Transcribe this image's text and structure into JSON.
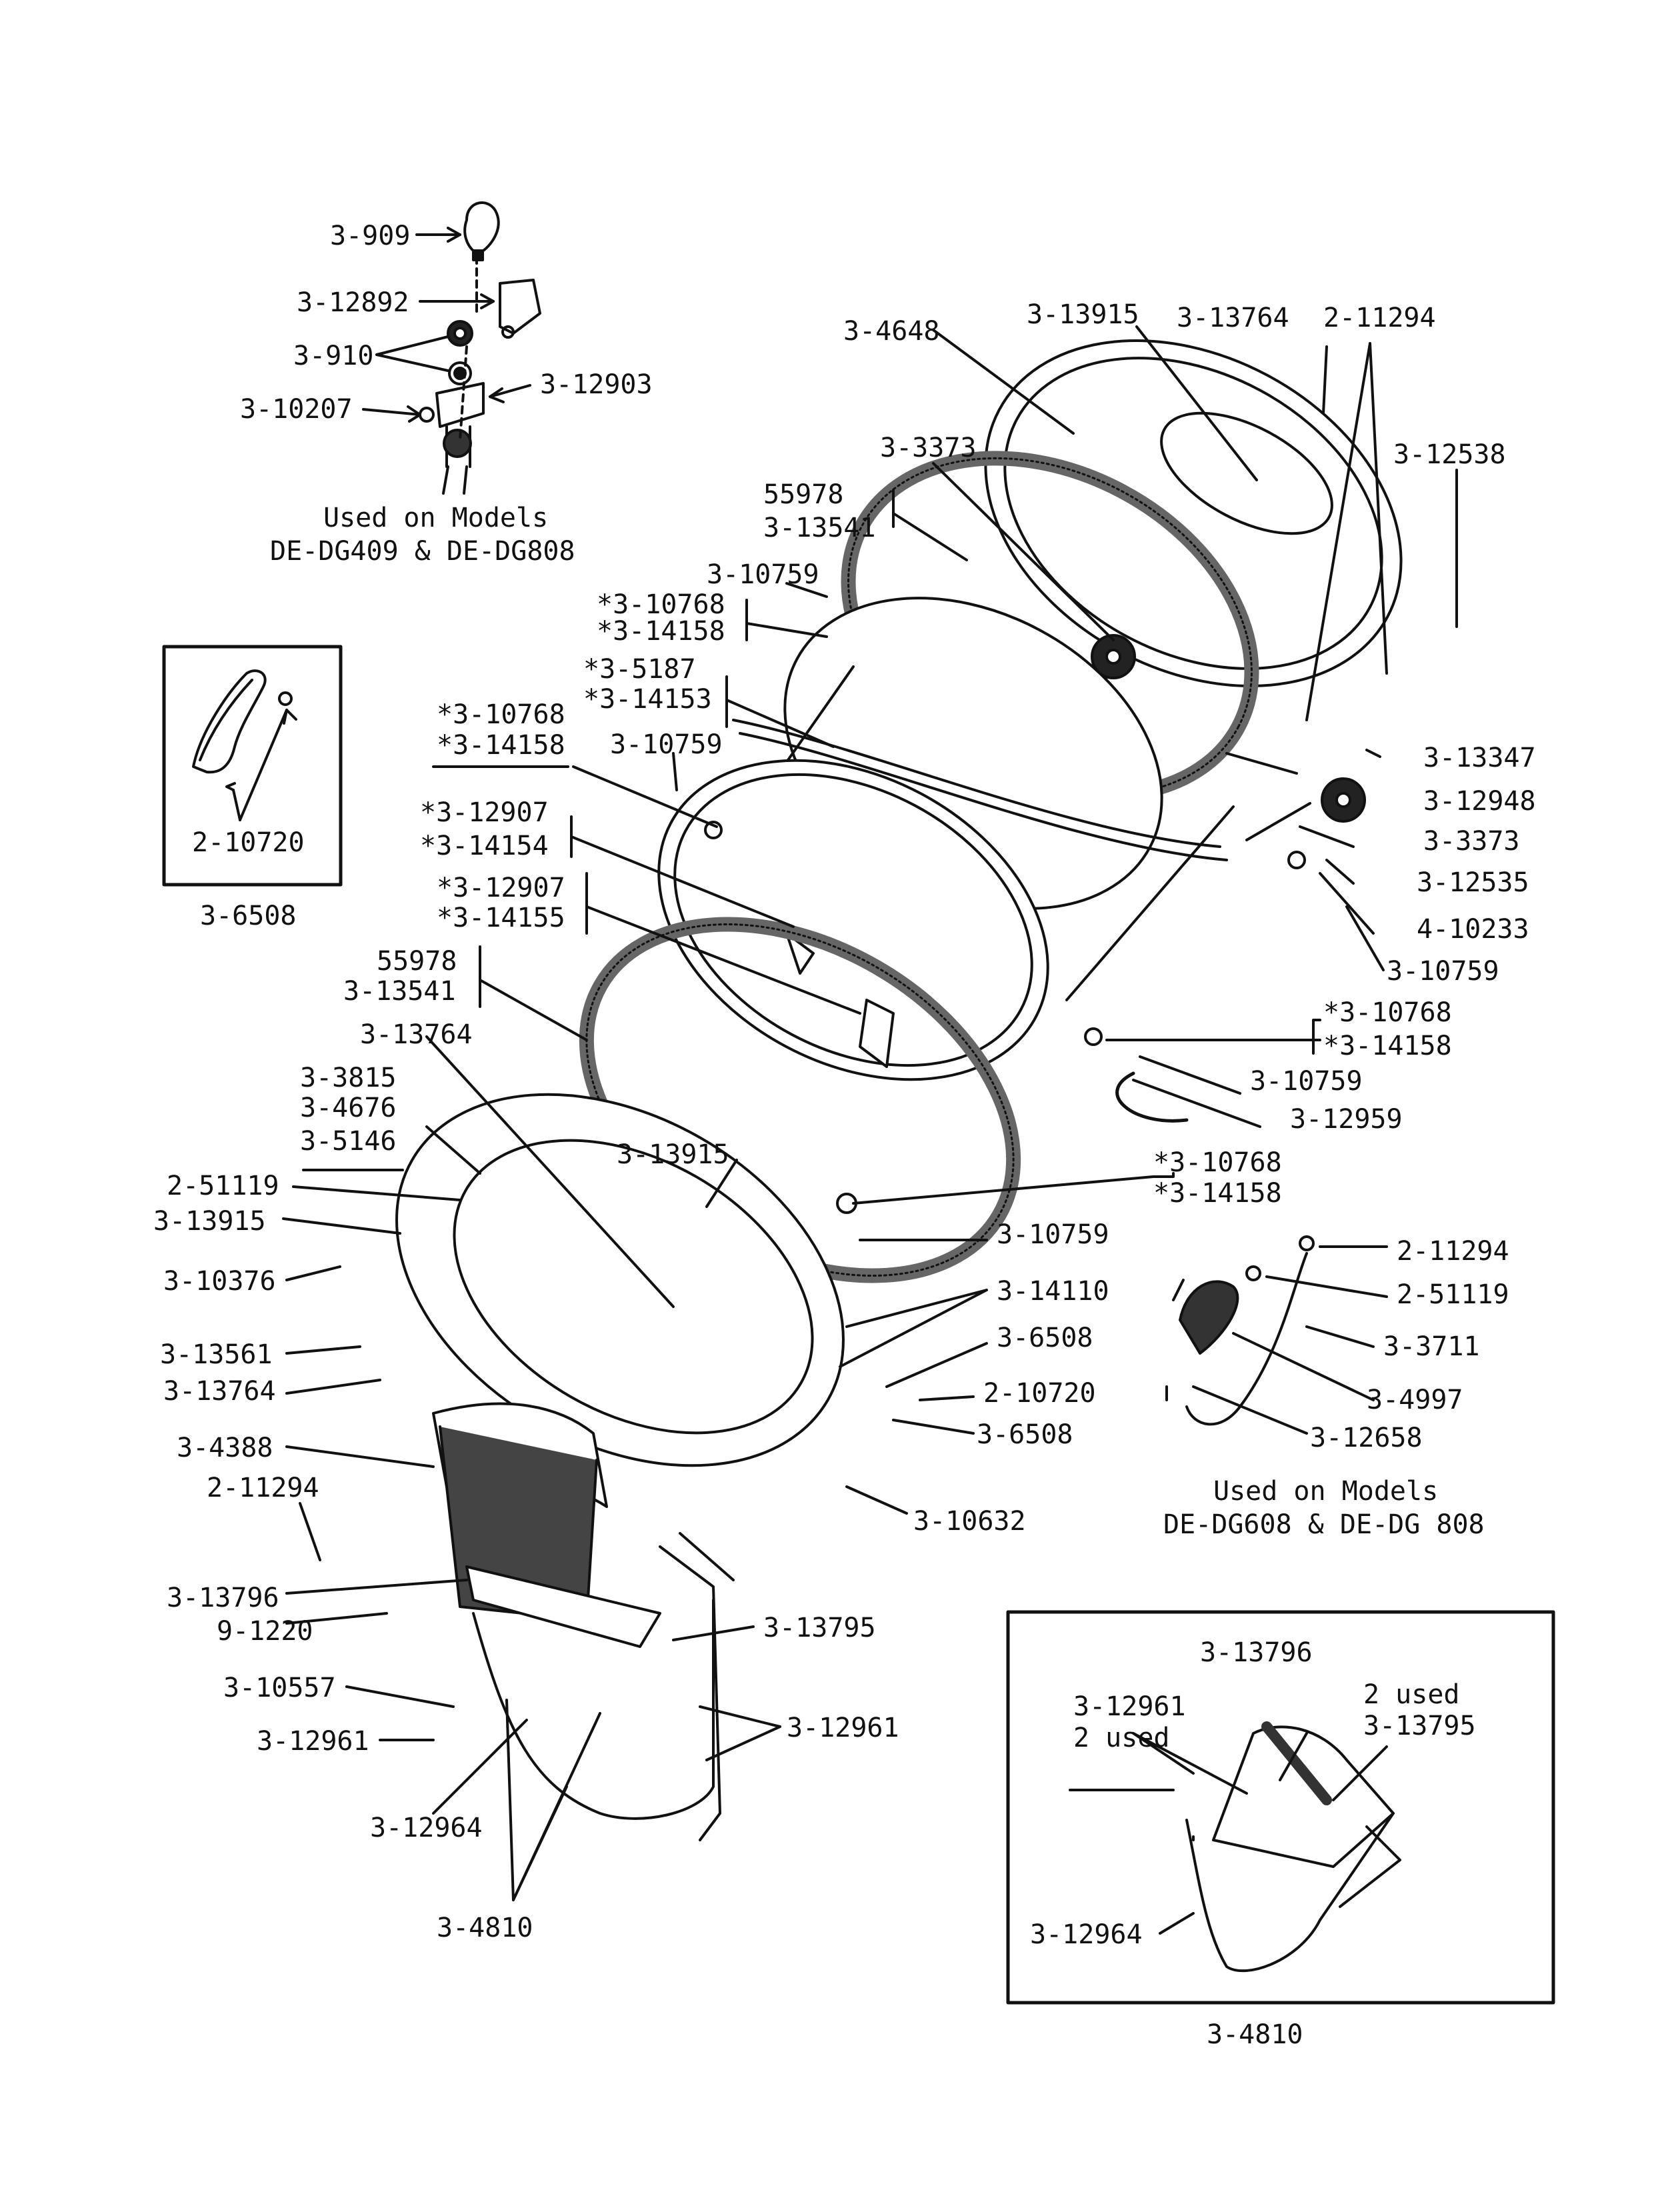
{
  "labels": {
    "l_3909": "3-909",
    "l_312892": "3-12892",
    "l_3910": "3-910",
    "l_310207": "3-10207",
    "l_312903": "3-12903",
    "note_top_1": "Used on Models",
    "note_top_2": "DE-DG409 & DE-DG808",
    "l_34648": "3-4648",
    "l_313915_a": "3-13915",
    "l_313764_a": "3-13764",
    "l_211294_a": "2-11294",
    "l_312538": "3-12538",
    "l_33373_a": "3-3373",
    "l_55978_a": "55978",
    "l_313541_a": "3-13541",
    "l_310759_a": "3-10759",
    "l_s310768_a": "*3-10768",
    "l_s314158_a": "*3-14158",
    "l_s35187": "*3-5187",
    "l_s314153": "*3-14153",
    "l_s310768_b": "*3-10768",
    "l_s314158_b": "*3-14158",
    "l_310759_b": "3-10759",
    "l_s312907_a": "*3-12907",
    "l_s314154": "*3-14154",
    "l_s312907_b": "*3-12907",
    "l_s314155": "*3-14155",
    "l_55978_b": "55978",
    "l_313541_b": "3-13541",
    "l_313764_b": "3-13764",
    "l_33815": "3-3815",
    "l_34676": "3-4676",
    "l_35146": "3-5146",
    "l_251119_a": "2-51119",
    "l_313915_b": "3-13915",
    "l_310376": "3-10376",
    "l_313561": "3-13561",
    "l_313764_c": "3-13764",
    "l_34388": "3-4388",
    "l_211294_b": "2-11294",
    "l_313796_a": "3-13796",
    "l_91220": "9-1220",
    "l_310557": "3-10557",
    "l_312961_a": "3-12961",
    "l_312964_a": "3-12964",
    "l_34810_a": "3-4810",
    "l_313915_c": "3-13915",
    "l_313347": "3-13347",
    "l_312948": "3-12948",
    "l_33373_b": "3-3373",
    "l_312535": "3-12535",
    "l_410233": "4-10233",
    "l_310759_c": "3-10759",
    "l_s310768_c": "*3-10768",
    "l_s314158_c": "*3-14158",
    "l_310759_d": "3-10759",
    "l_312959": "3-12959",
    "l_s310768_d": "*3-10768",
    "l_s314158_d": "*3-14158",
    "l_310759_e": "3-10759",
    "l_314110": "3-14110",
    "l_36508_a": "3-6508",
    "l_210720_a": "2-10720",
    "l_36508_b": "3-6508",
    "l_310632": "3-10632",
    "l_313795_a": "3-13795",
    "l_312961_b": "3-12961",
    "l_211294_c": "2-11294",
    "l_251119_b": "2-51119",
    "l_33711": "3-3711",
    "l_34997": "3-4997",
    "l_312658": "3-12658",
    "note_right_1": "Used on Models",
    "note_right_2": "DE-DG608 & DE-DG 808",
    "l_210720_b": "2-10720",
    "l_36508_c": "3-6508",
    "inset_313796": "3-13796",
    "inset_312961": "3-12961",
    "inset_2used_a": "2 used",
    "inset_2used_b": "2 used",
    "inset_313795": "3-13795",
    "inset_312964": "3-12964",
    "l_34810_b": "3-4810"
  }
}
